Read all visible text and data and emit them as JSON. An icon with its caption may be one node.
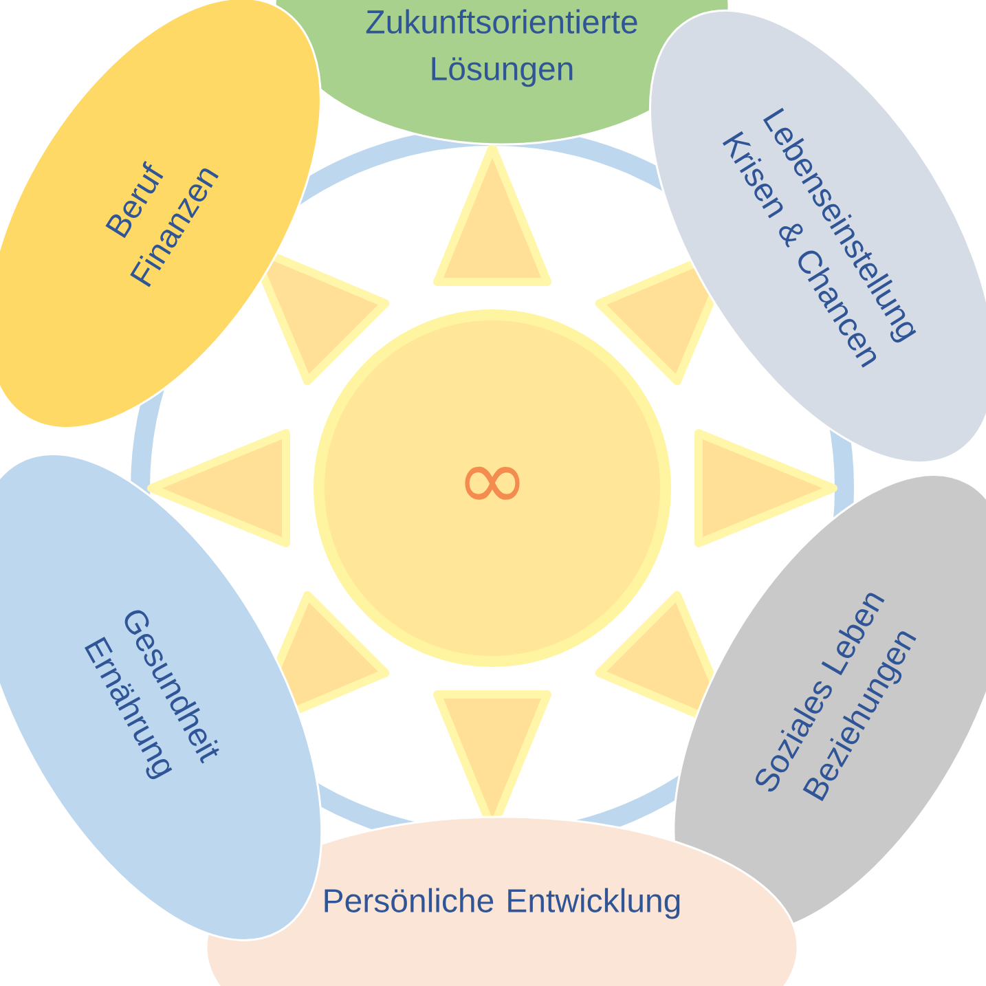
{
  "diagram": {
    "nodes": [
      {
        "text": [
          "Zukunftsorientierte Lösungen"
        ]
      },
      {
        "text": [
          "Lebenseinstellung",
          "Krisen & Chancen"
        ]
      },
      {
        "text": [
          "Soziales Leben",
          "Beziehungen"
        ]
      },
      {
        "text": [
          "Persönliche Entwicklung"
        ]
      },
      {
        "text": [
          "Gesundheit",
          "Ernährung"
        ]
      },
      {
        "text": [
          "Beruf",
          "Finanzen"
        ]
      },
      {
        "text": [
          "∞"
        ]
      }
    ]
  }
}
